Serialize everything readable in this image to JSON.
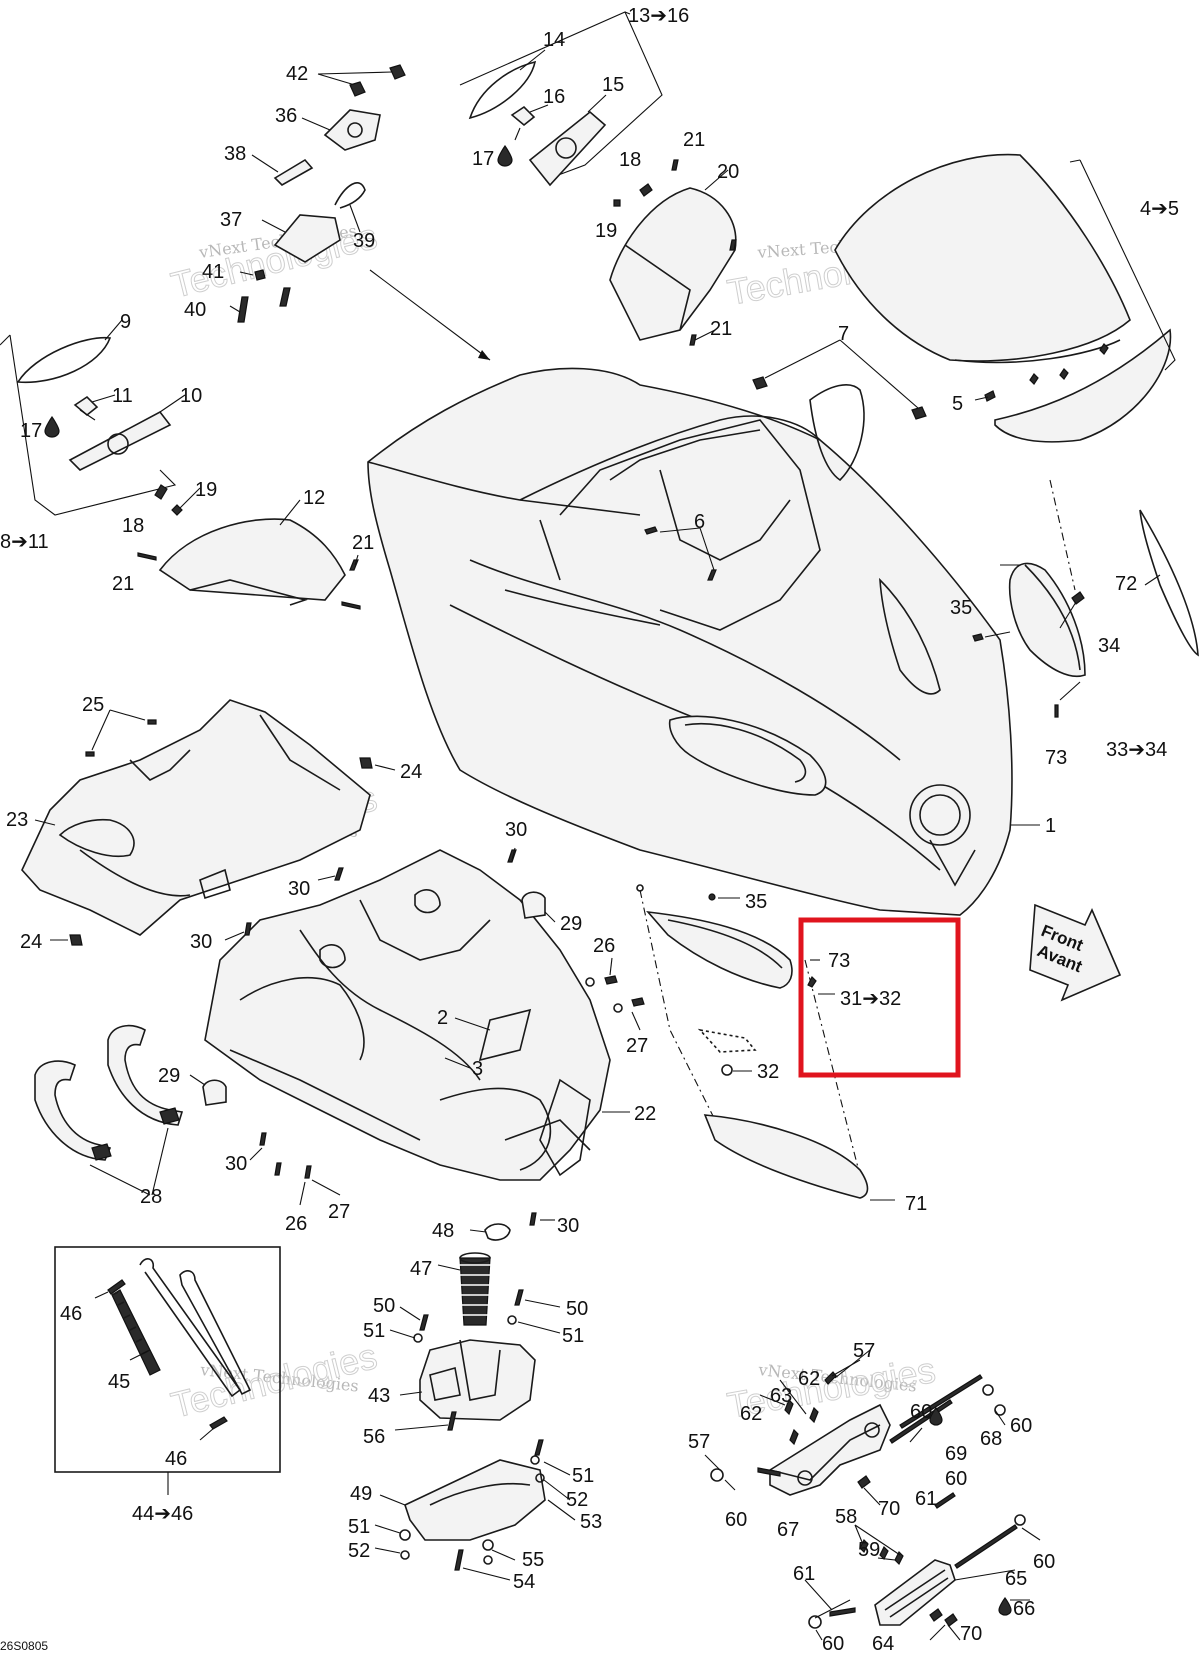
{
  "labels": {
    "l_13_16": "13➔16",
    "l_14": "14",
    "l_16": "16",
    "l_15": "15",
    "l_17a": "17",
    "l_42": "42",
    "l_36": "36",
    "l_38": "38",
    "l_37": "37",
    "l_39": "39",
    "l_41": "41",
    "l_40": "40",
    "l_21a": "21",
    "l_20": "20",
    "l_18a": "18",
    "l_19a": "19",
    "l_21b": "21",
    "l_4_5": "4➔5",
    "l_9": "9",
    "l_11": "11",
    "l_10": "10",
    "l_17b": "17",
    "l_19b": "19",
    "l_18b": "18",
    "l_8_11": "8➔11",
    "l_12": "12",
    "l_21c": "21",
    "l_21d": "21",
    "l_7": "7",
    "l_5": "5",
    "l_6": "6",
    "l_35a": "35",
    "l_34": "34",
    "l_72": "72",
    "l_73a": "73",
    "l_33_34": "33➔34",
    "l_1": "1",
    "l_25": "25",
    "l_24a": "24",
    "l_23": "23",
    "l_24b": "24",
    "l_30a": "30",
    "l_30b": "30",
    "l_30c": "30",
    "l_29a": "29",
    "l_26a": "26",
    "l_27a": "27",
    "l_35b": "35",
    "l_73b": "73",
    "l_31_32": "31➔32",
    "l_32": "32",
    "l_2": "2",
    "l_3": "3",
    "l_22": "22",
    "l_29b": "29",
    "l_28": "28",
    "l_30d": "30",
    "l_26b": "26",
    "l_27b": "27",
    "l_71": "71",
    "l_48": "48",
    "l_30e": "30",
    "l_47": "47",
    "l_46a": "46",
    "l_45": "45",
    "l_46b": "46",
    "l_44_46": "44➔46",
    "l_50a": "50",
    "l_51a": "51",
    "l_50b": "50",
    "l_51b": "51",
    "l_43": "43",
    "l_56": "56",
    "l_49": "49",
    "l_51c": "51",
    "l_52a": "52",
    "l_53": "53",
    "l_51d": "51",
    "l_52b": "52",
    "l_55": "55",
    "l_54": "54",
    "l_57a": "57",
    "l_62a": "62",
    "l_63": "63",
    "l_62b": "62",
    "l_60a": "60",
    "l_68": "68",
    "l_60b": "60",
    "l_69": "69",
    "l_57b": "57",
    "l_60c": "60",
    "l_60d": "60",
    "l_61a": "61",
    "l_67": "67",
    "l_70a": "70",
    "l_58": "58",
    "l_59": "59",
    "l_60e": "60",
    "l_65": "65",
    "l_61b": "61",
    "l_66": "66",
    "l_60f": "60",
    "l_64": "64",
    "l_70b": "70"
  },
  "front_sign": {
    "line1": "Front",
    "line2": "Avant"
  },
  "watermark": {
    "line1": "vNext Technologies",
    "line2": "Technologies"
  },
  "drawing_code": "26S0805",
  "highlight": {
    "color": "#e0141e"
  }
}
